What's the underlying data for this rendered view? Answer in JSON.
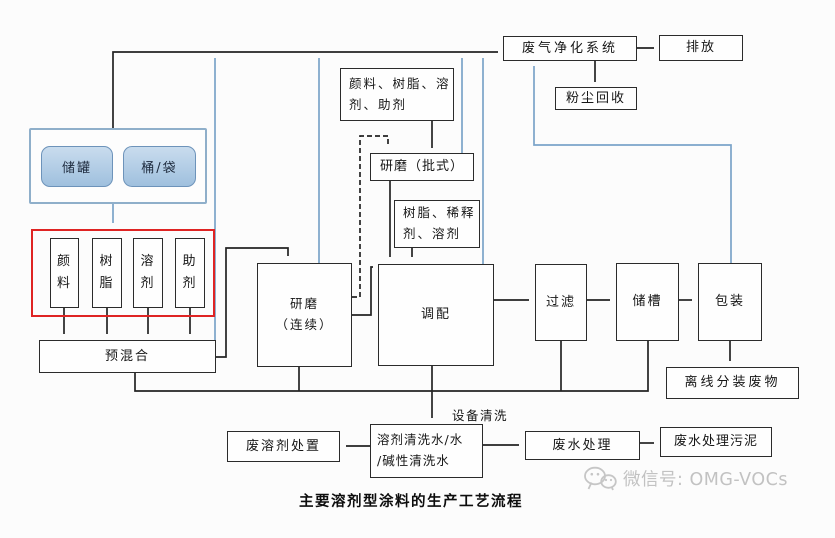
{
  "colors": {
    "line_black": "#232323",
    "line_blue": "#7ba4c9",
    "box_red": "#df2423",
    "blue_node_border": "#6d93ba",
    "watermark": "#c2c2c2"
  },
  "caption": "主要溶剂型涂料的生产工艺流程",
  "watermark": {
    "icon": "wechat-icon",
    "text": "微信号: OMG-VOCs"
  },
  "nodes": {
    "storage_tank": "储罐",
    "barrel_bag": "桶/袋",
    "pigment": "颜料",
    "resin": "树脂",
    "solvent": "溶剂",
    "additive": "助剂",
    "premix": "预混合",
    "raw_materials_l1": "颜料、树脂、溶",
    "raw_materials_l2": "剂、助剂",
    "mill_batch": "研磨（批式）",
    "resin_diluent_l1": "树脂、稀释",
    "resin_diluent_l2": "剂、溶剂",
    "mill_continuous_l1": "研磨",
    "mill_continuous_l2": "（连续）",
    "blending": "调配",
    "filtering": "过滤",
    "storage_trough": "储槽",
    "packaging": "包装",
    "offline_packing_waste": "离线分装废物",
    "gas_purification": "废气净化系统",
    "emission": "排放",
    "dust_recovery": "粉尘回收",
    "equipment_cleaning": "设备清洗",
    "wash_water_l1": "溶剂清洗水/水",
    "wash_water_l2": "/碱性清洗水",
    "waste_solvent_disposal": "废溶剂处置",
    "wastewater_treatment": "废水处理",
    "wastewater_sludge": "废水处理污泥"
  }
}
